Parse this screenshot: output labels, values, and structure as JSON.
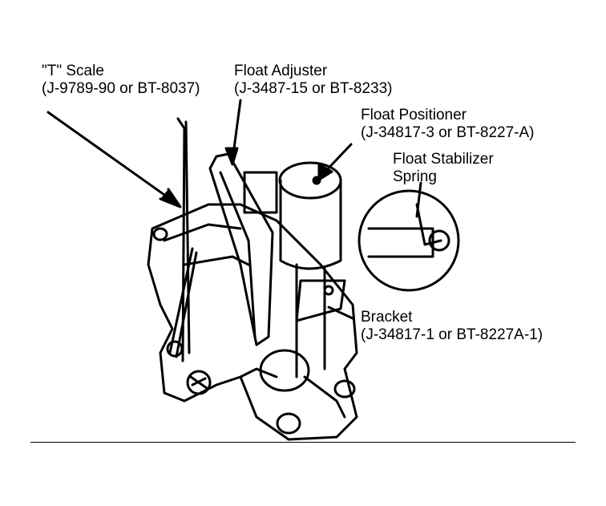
{
  "colors": {
    "ink": "#000000",
    "paper": "#ffffff"
  },
  "labels": {
    "t_scale": {
      "title": "\"T\" Scale",
      "part": "(J-9789-90 or BT-8037)"
    },
    "float_adjuster": {
      "title": "Float Adjuster",
      "part": "(J-3487-15 or BT-8233)"
    },
    "float_positioner": {
      "title": "Float Positioner",
      "part": "(J-34817-3 or BT-8227-A)"
    },
    "float_stabilizer": {
      "line1": "Float Stabilizer",
      "line2": "Spring"
    },
    "bracket": {
      "title": "Bracket",
      "part": "(J-34817-1 or BT-8227A-1)"
    }
  }
}
